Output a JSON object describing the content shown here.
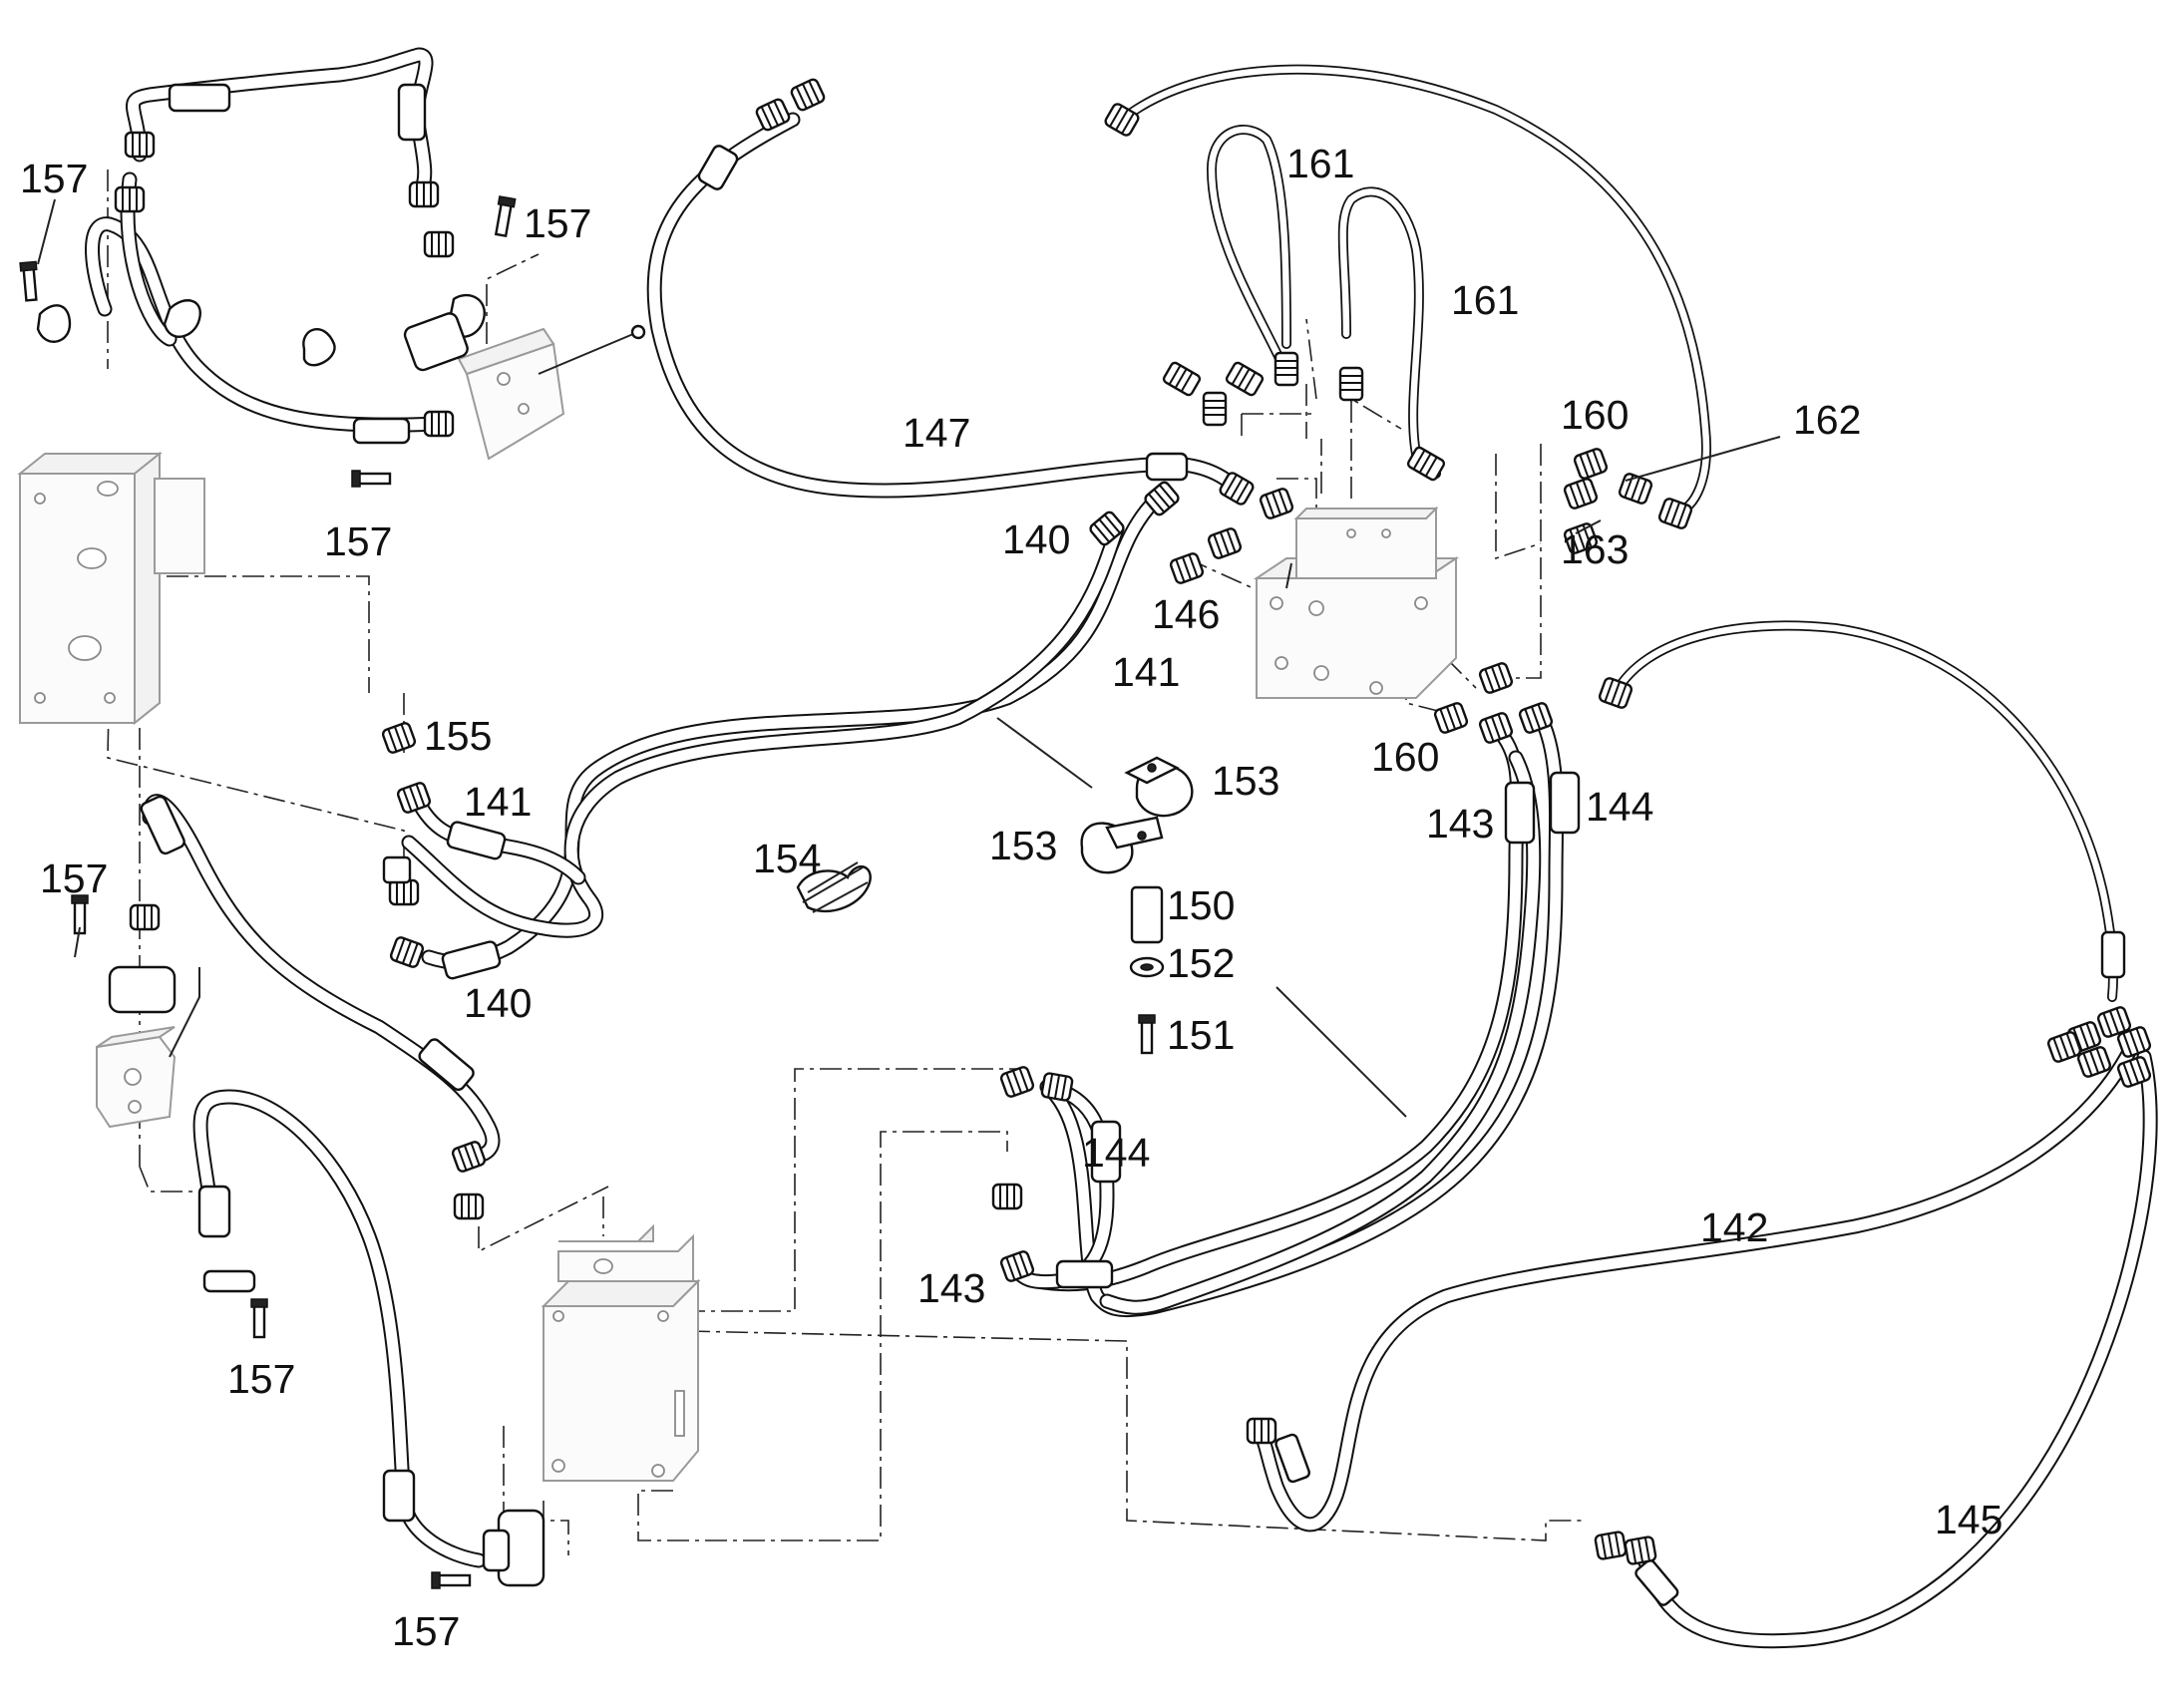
{
  "part_labels": {
    "l157a": "157",
    "l157b": "157",
    "l157c": "157",
    "l157d": "157",
    "l157e": "157",
    "l157f": "157",
    "l161a": "161",
    "l161b": "161",
    "l147": "147",
    "l160a": "160",
    "l160b": "160",
    "l162": "162",
    "l163": "163",
    "l140a": "140",
    "l140b": "140",
    "l146": "146",
    "l141a": "141",
    "l141b": "141",
    "l155": "155",
    "l153a": "153",
    "l153b": "153",
    "l143a": "143",
    "l143b": "143",
    "l144a": "144",
    "l144b": "144",
    "l154": "154",
    "l150": "150",
    "l152": "152",
    "l151": "151",
    "l142": "142",
    "l145": "145"
  }
}
